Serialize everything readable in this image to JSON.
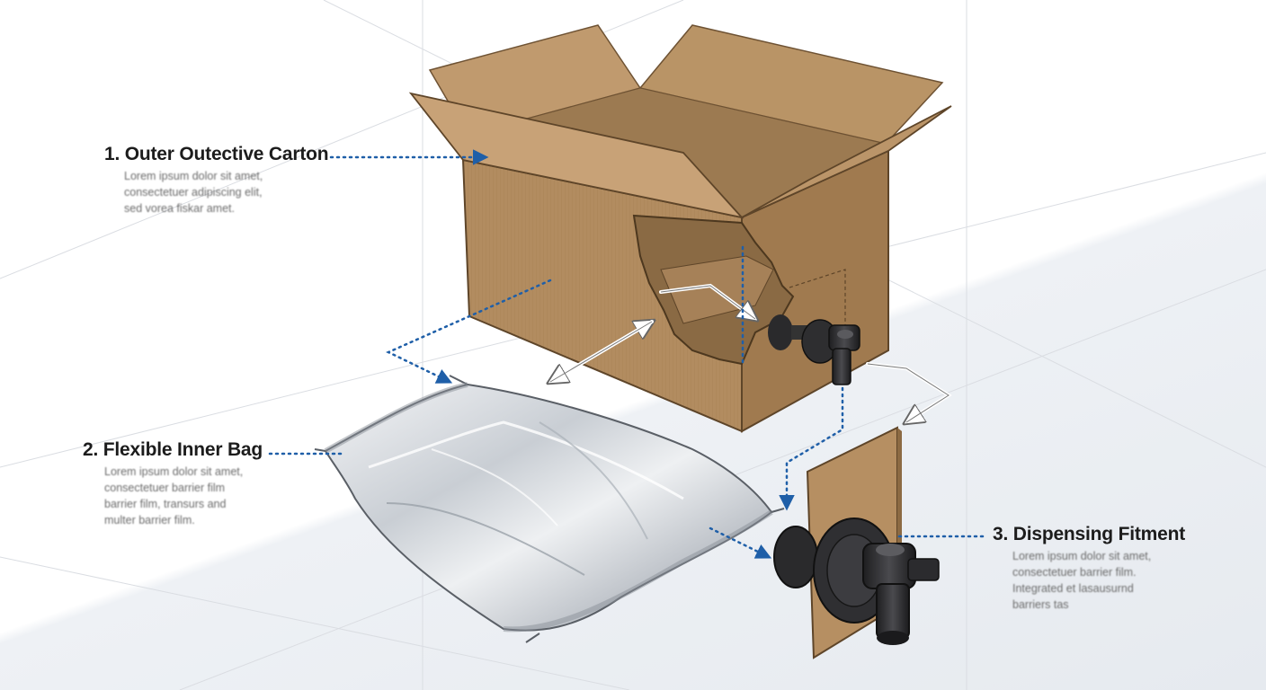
{
  "callouts": [
    {
      "title": "1. Outer Outective Carton",
      "lines": [
        "Lorem ipsum dolor sit amet,",
        "consectetuer adipiscing elit,",
        "sed vorea fiskar amet."
      ]
    },
    {
      "title": "2. Flexible Inner Bag",
      "lines": [
        "Lorem ipsum dolor sit amet,",
        "consectetuer barrier film",
        "barrier film, transurs and",
        "multer barrier film."
      ]
    },
    {
      "title": "3. Dispensing Fitment",
      "lines": [
        "Lorem ipsum dolor sit amet,",
        "consectetuer barrier film.",
        "Integrated et lasausurnd",
        "barriers tas"
      ]
    }
  ],
  "colors": {
    "cardboard": "#b08a5e",
    "cardboard_dark": "#8f6c45",
    "cardboard_light": "#c9a57a",
    "leader_line": "#1f5fa8",
    "bag": "#d5d9de",
    "fitment": "#2c2c2e"
  }
}
